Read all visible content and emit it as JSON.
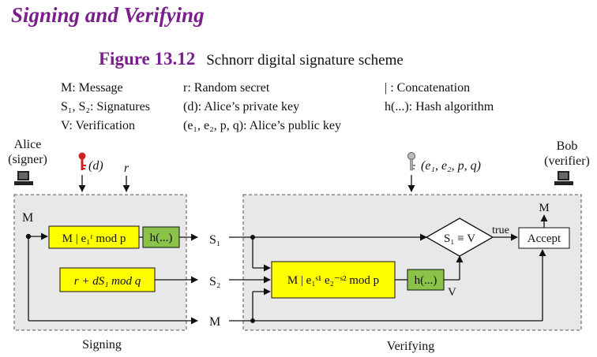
{
  "heading": "Signing and Verifying",
  "figure": {
    "label": "Figure 13.12",
    "caption": "Schnorr digital signature scheme"
  },
  "legend": {
    "col1": [
      "M: Message",
      "S₁, S₂: Signatures",
      "V: Verification"
    ],
    "col2": [
      "r: Random secret",
      "(d): Alice’s private key",
      "(e₁, e₂, p, q): Alice’s public key"
    ],
    "col3": [
      "| : Concatenation",
      "h(...): Hash algorithm"
    ]
  },
  "diagram": {
    "alice": [
      "Alice",
      "(signer)"
    ],
    "bob": [
      "Bob",
      "(verifier)"
    ],
    "private_key": "(d)",
    "r": "r",
    "public_key": "(e₁, e₂, p, q)",
    "m": "M",
    "s1": "S₁",
    "s2": "S₂",
    "v": "V",
    "true": "true",
    "hash": "h(...)",
    "sign_box1": "M | e₁ʳ mod p",
    "sign_box2": "r + dS₁ mod q",
    "verify_box": "M | e₁ˢ¹ e₂⁻ˢ² mod p",
    "compare": "S₁ ≡ V",
    "accept": "Accept",
    "signing_label": "Signing",
    "verifying_label": "Verifying"
  },
  "colors": {
    "heading": "#7a1e8c",
    "yellow_box": "#ffff00",
    "hash_box": "#8bc34a",
    "panel": "#e8e8e8",
    "key_red": "#d02020"
  }
}
